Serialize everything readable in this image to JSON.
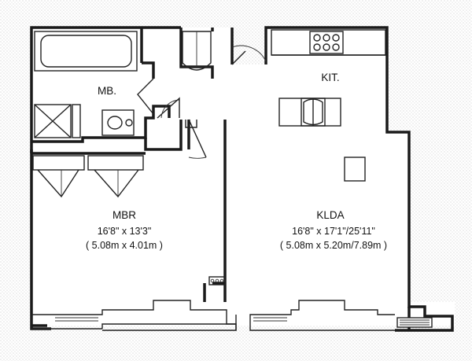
{
  "rooms": {
    "mb": {
      "name": "MB."
    },
    "kit": {
      "name": "KIT."
    },
    "mbr": {
      "name": "MBR",
      "dim_imperial": "16'8\" x 13'3\"",
      "dim_metric": "( 5.08m x 4.01m )"
    },
    "klda": {
      "name": "KLDA",
      "dim_imperial": "16'8\" x 17'1\"/25'11\"",
      "dim_metric": "( 5.08m x 5.20m/7.89m )"
    }
  }
}
